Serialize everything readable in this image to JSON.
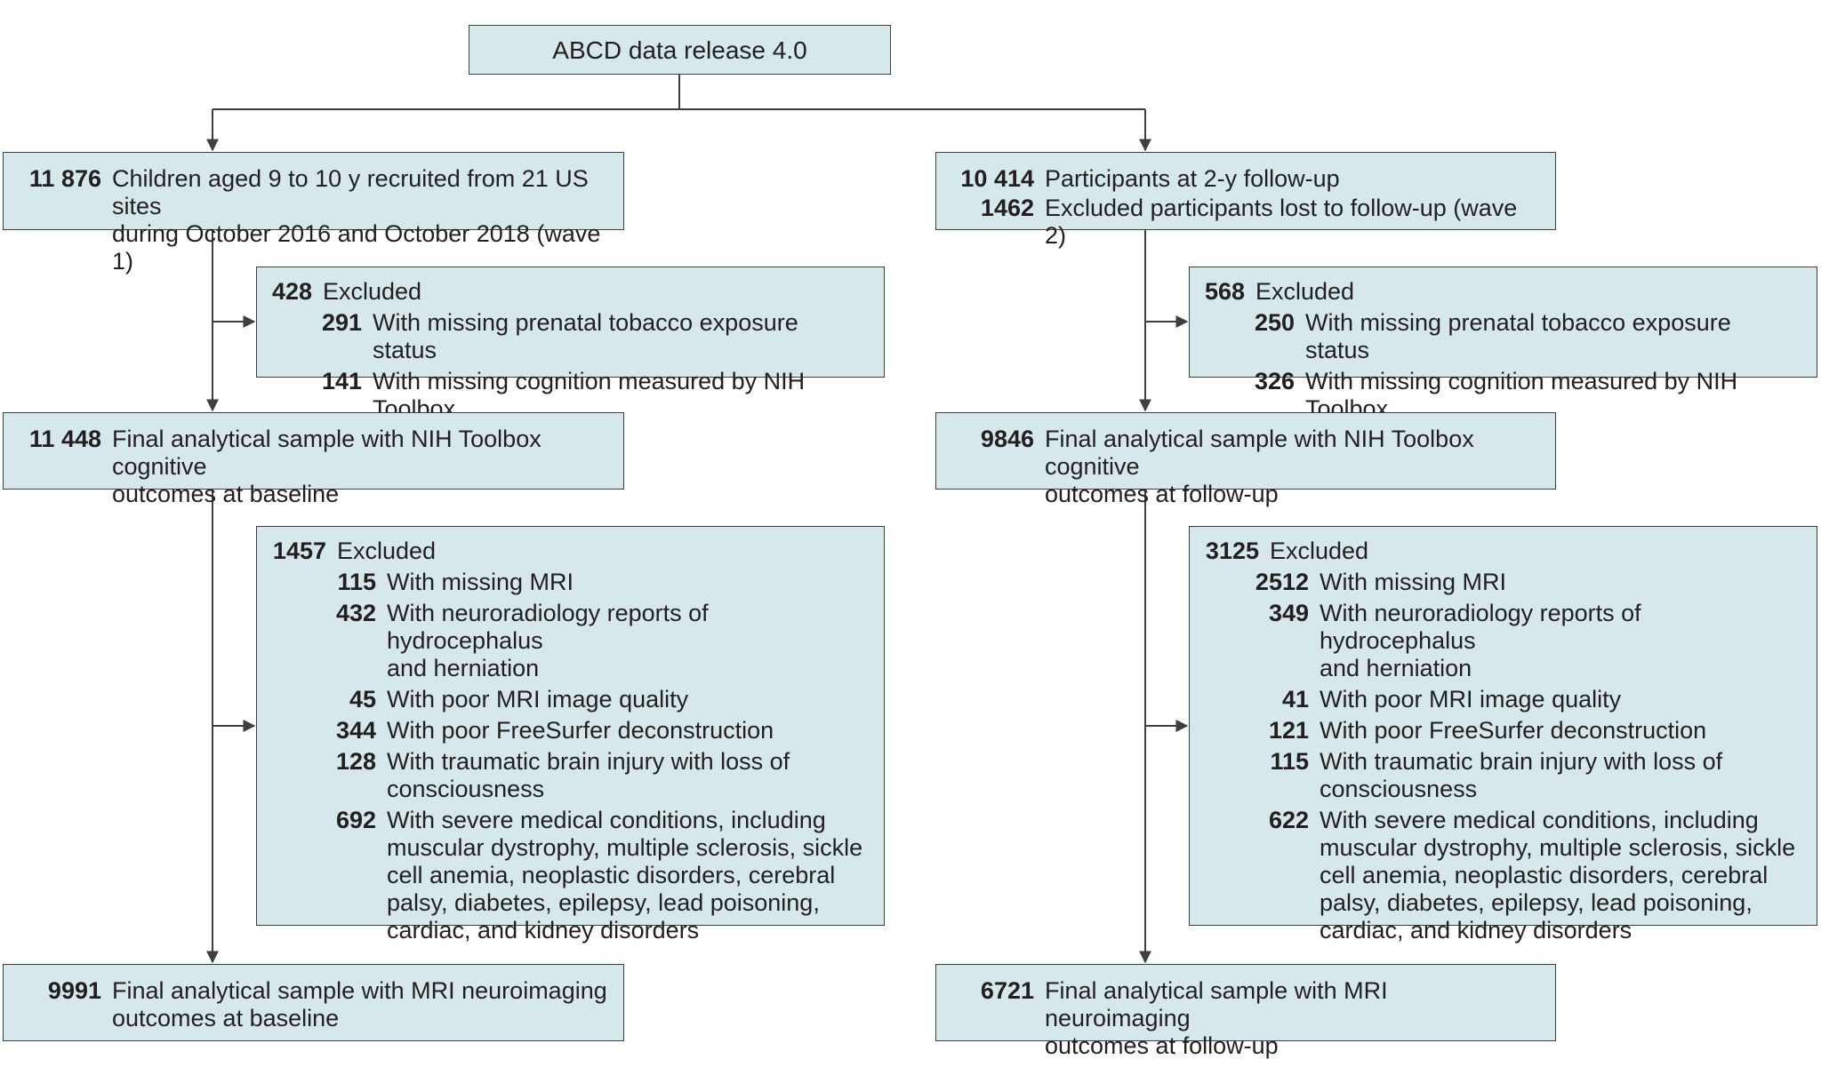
{
  "title": "ABCD data release 4.0",
  "left": {
    "start": {
      "lines": [
        {
          "count": "11 876",
          "text": "Children aged 9 to 10 y recruited from 21 US sites\nduring October 2016 and October 2018 (wave 1)"
        }
      ]
    },
    "excl1": {
      "count": "428",
      "label": "Excluded",
      "items": [
        {
          "count": "291",
          "text": "With missing prenatal tobacco exposure status"
        },
        {
          "count": "141",
          "text": "With missing cognition measured by NIH Toolbox"
        }
      ]
    },
    "sample1": {
      "lines": [
        {
          "count": "11 448",
          "text": "Final analytical sample with NIH Toolbox cognitive\noutcomes at baseline"
        }
      ]
    },
    "excl2": {
      "count": "1457",
      "label": "Excluded",
      "items": [
        {
          "count": "115",
          "text": "With missing MRI"
        },
        {
          "count": "432",
          "text": "With neuroradiology reports of hydrocephalus\nand herniation"
        },
        {
          "count": "45",
          "text": "With poor MRI image quality"
        },
        {
          "count": "344",
          "text": "With poor FreeSurfer deconstruction"
        },
        {
          "count": "128",
          "text": "With traumatic brain injury with loss of\nconsciousness"
        },
        {
          "count": "692",
          "text": "With severe medical conditions, including\nmuscular dystrophy, multiple sclerosis, sickle\ncell anemia, neoplastic disorders, cerebral\npalsy, diabetes, epilepsy, lead poisoning,\ncardiac, and kidney disorders"
        }
      ]
    },
    "sample2": {
      "lines": [
        {
          "count": "9991",
          "text": "Final analytical sample with MRI neuroimaging\noutcomes at baseline"
        }
      ]
    }
  },
  "right": {
    "start": {
      "lines": [
        {
          "count": "10 414",
          "text": "Participants at 2-y follow-up"
        },
        {
          "count": "1462",
          "text": "Excluded participants lost to follow-up (wave 2)"
        }
      ]
    },
    "excl1": {
      "count": "568",
      "label": "Excluded",
      "items": [
        {
          "count": "250",
          "text": "With missing prenatal tobacco exposure status"
        },
        {
          "count": "326",
          "text": "With missing cognition measured by NIH Toolbox"
        }
      ]
    },
    "sample1": {
      "lines": [
        {
          "count": "9846",
          "text": "Final analytical sample with NIH Toolbox cognitive\noutcomes at follow-up"
        }
      ]
    },
    "excl2": {
      "count": "3125",
      "label": "Excluded",
      "items": [
        {
          "count": "2512",
          "text": "With missing MRI"
        },
        {
          "count": "349",
          "text": "With neuroradiology reports of hydrocephalus\nand herniation"
        },
        {
          "count": "41",
          "text": "With poor MRI image quality"
        },
        {
          "count": "121",
          "text": "With poor FreeSurfer deconstruction"
        },
        {
          "count": "115",
          "text": "With traumatic brain injury with loss of\nconsciousness"
        },
        {
          "count": "622",
          "text": "With severe medical conditions, including\nmuscular dystrophy, multiple sclerosis, sickle\ncell anemia, neoplastic disorders, cerebral\npalsy, diabetes, epilepsy, lead poisoning,\ncardiac, and kidney disorders"
        }
      ]
    },
    "sample2": {
      "lines": [
        {
          "count": "6721",
          "text": "Final analytical sample with MRI neuroimaging\noutcomes at follow-up"
        }
      ]
    }
  },
  "colors": {
    "box_fill": "#d6e8eb",
    "line": "#3f3f3f",
    "text": "#231f20"
  }
}
